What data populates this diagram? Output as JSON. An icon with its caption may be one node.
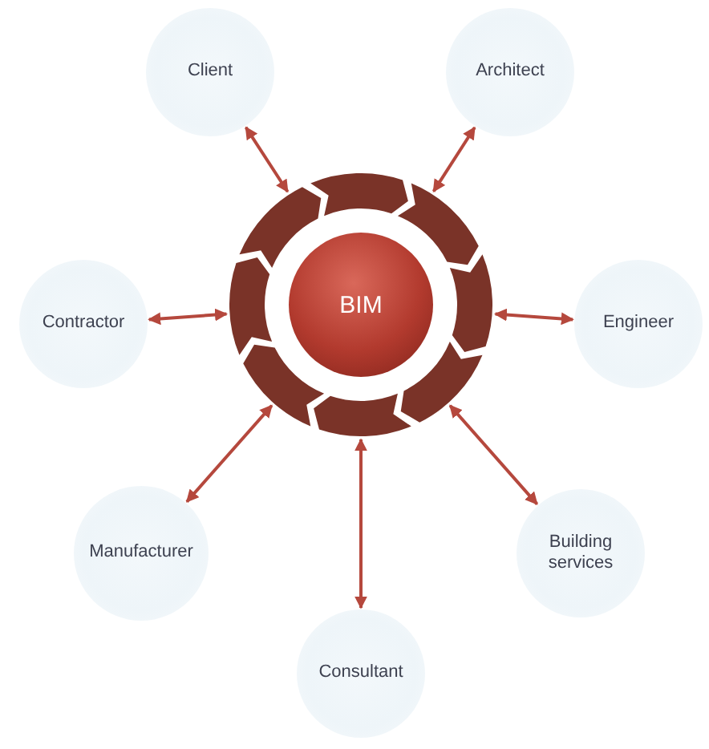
{
  "diagram": {
    "nodes": [
      {
        "text": [],
        "shape": "circle"
      },
      {
        "text": [
          "BIM"
        ],
        "in": 0
      },
      {
        "text": [
          "Client"
        ]
      },
      {
        "text": [
          "Architect"
        ]
      },
      {
        "text": [
          "Contractor"
        ]
      },
      {
        "text": [
          "Engineer"
        ]
      },
      {
        "text": [
          "Manufacturer"
        ]
      },
      {
        "text": [
          "Building services"
        ]
      },
      {
        "text": [
          "Consultant"
        ]
      }
    ],
    "edges": [
      {
        "from": 0,
        "to": 2,
        "arrow": "both"
      },
      {
        "from": 0,
        "to": 3,
        "arrow": "both"
      },
      {
        "from": 0,
        "to": 4,
        "arrow": "both"
      },
      {
        "from": 0,
        "to": 5,
        "arrow": "both"
      },
      {
        "from": 0,
        "to": 6,
        "arrow": "both"
      },
      {
        "from": 0,
        "to": 7,
        "arrow": "both"
      },
      {
        "from": 0,
        "to": 8,
        "arrow": "both"
      }
    ]
  }
}
